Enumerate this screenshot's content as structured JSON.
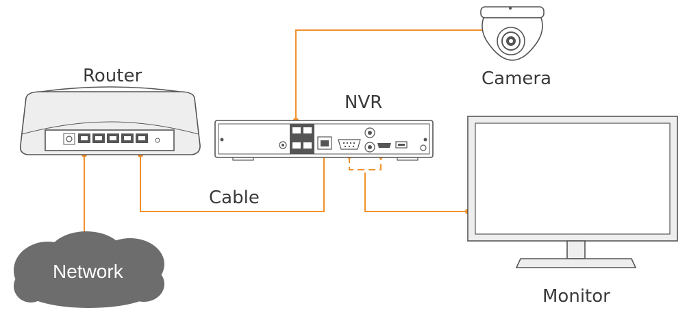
{
  "labels": {
    "router": "Router",
    "nvr": "NVR",
    "camera": "Camera",
    "cable": "Cable",
    "monitor": "Monitor",
    "network": "Network"
  },
  "colors": {
    "cable": "#f0912c",
    "outline": "#555555",
    "device_fill": "#eeeeee",
    "nvr_fill": "#ffffff",
    "cloud": "#6d6d6d",
    "text": "#3a3a3a"
  },
  "icons": [
    "router-icon",
    "nvr-icon",
    "dome-camera-icon",
    "monitor-icon",
    "network-cloud-icon"
  ]
}
